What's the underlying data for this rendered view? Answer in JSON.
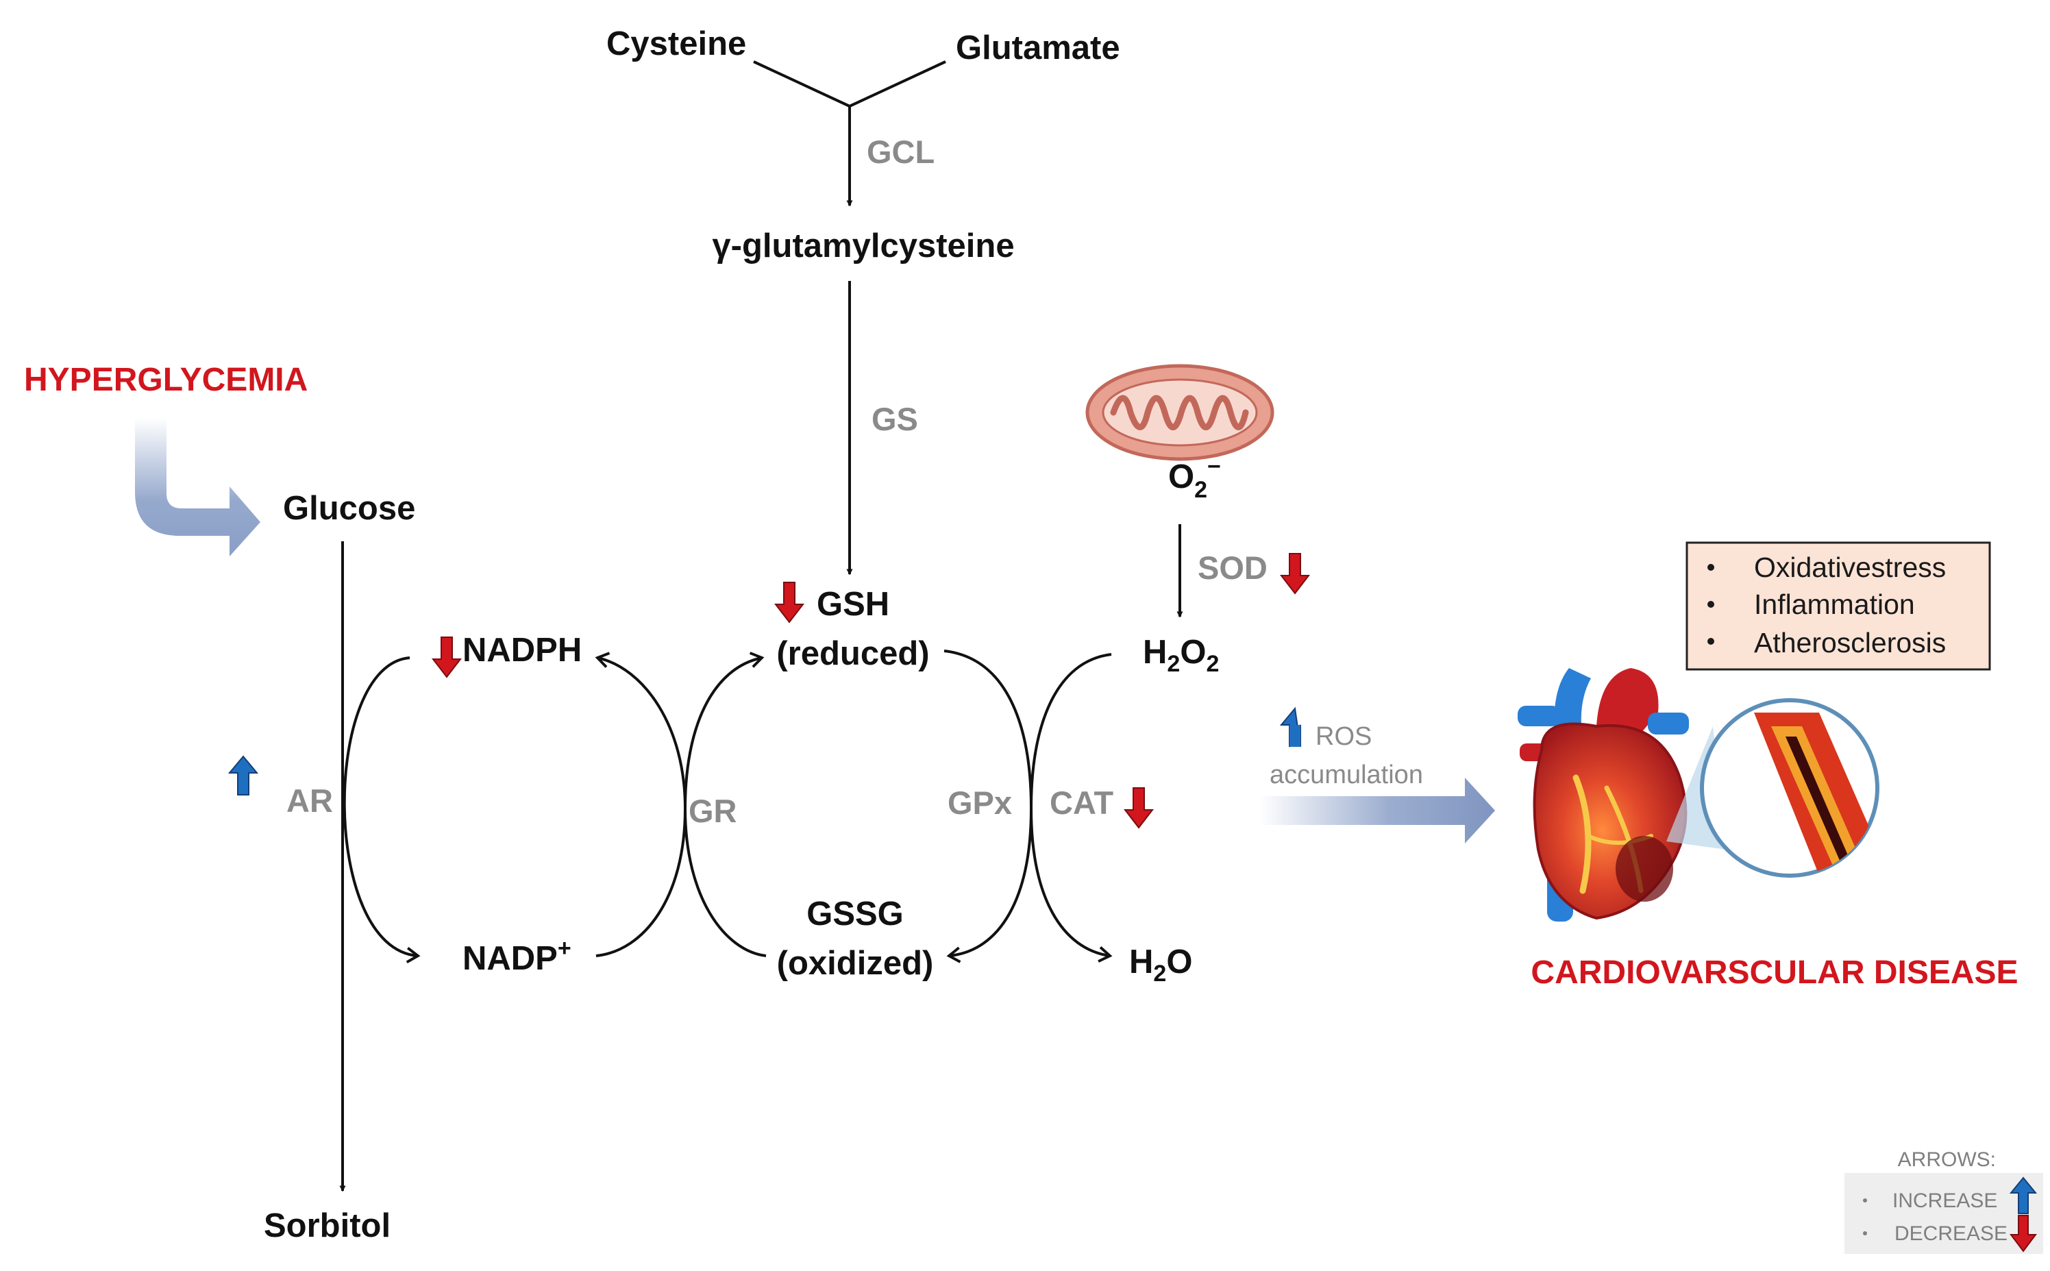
{
  "nodes": {
    "cysteine": "Cysteine",
    "glutamate": "Glutamate",
    "gamma_glutamylcysteine": "γ-glutamylcysteine",
    "glucose": "Glucose",
    "sorbitol": "Sorbitol",
    "nadph": "NADPH",
    "nadp": "NADP",
    "nadp_sup": "+",
    "gsh": "GSH",
    "gsh_state": "(reduced)",
    "gssg": "GSSG",
    "gssg_state": "(oxidized)",
    "o2_main": "O",
    "o2_sub": "2",
    "o2_sup": "−",
    "h2o2_h": "H",
    "h2o2_sub1": "2",
    "h2o2_o": "O",
    "h2o2_sub2": "2",
    "h2o_h": "H",
    "h2o_sub": "2",
    "h2o_o": "O"
  },
  "enzymes": {
    "gcl": "GCL",
    "gs": "GS",
    "sod": "SOD",
    "ar": "AR",
    "gr": "GR",
    "gpx": "GPx",
    "cat": "CAT"
  },
  "labels": {
    "hyperglycemia": "HYPERGLYCEMIA",
    "ros": "ROS",
    "accumulation": "accumulation",
    "disease": "CARDIOVARSCULAR DISEASE"
  },
  "outcomes": [
    "Oxidativestress",
    "Inflammation",
    "Atherosclerosis"
  ],
  "legend": {
    "title": "ARROWS:",
    "increase": "INCREASE",
    "decrease": "DECREASE"
  },
  "colors": {
    "increase_arrow": "#1f6fc0",
    "decrease_arrow": "#d2161e",
    "title_red": "#d2161e",
    "enzyme_gray": "#8a8a8a",
    "flow_arrow": "#8a9fc7",
    "outcome_box": "#fbe3d6"
  }
}
